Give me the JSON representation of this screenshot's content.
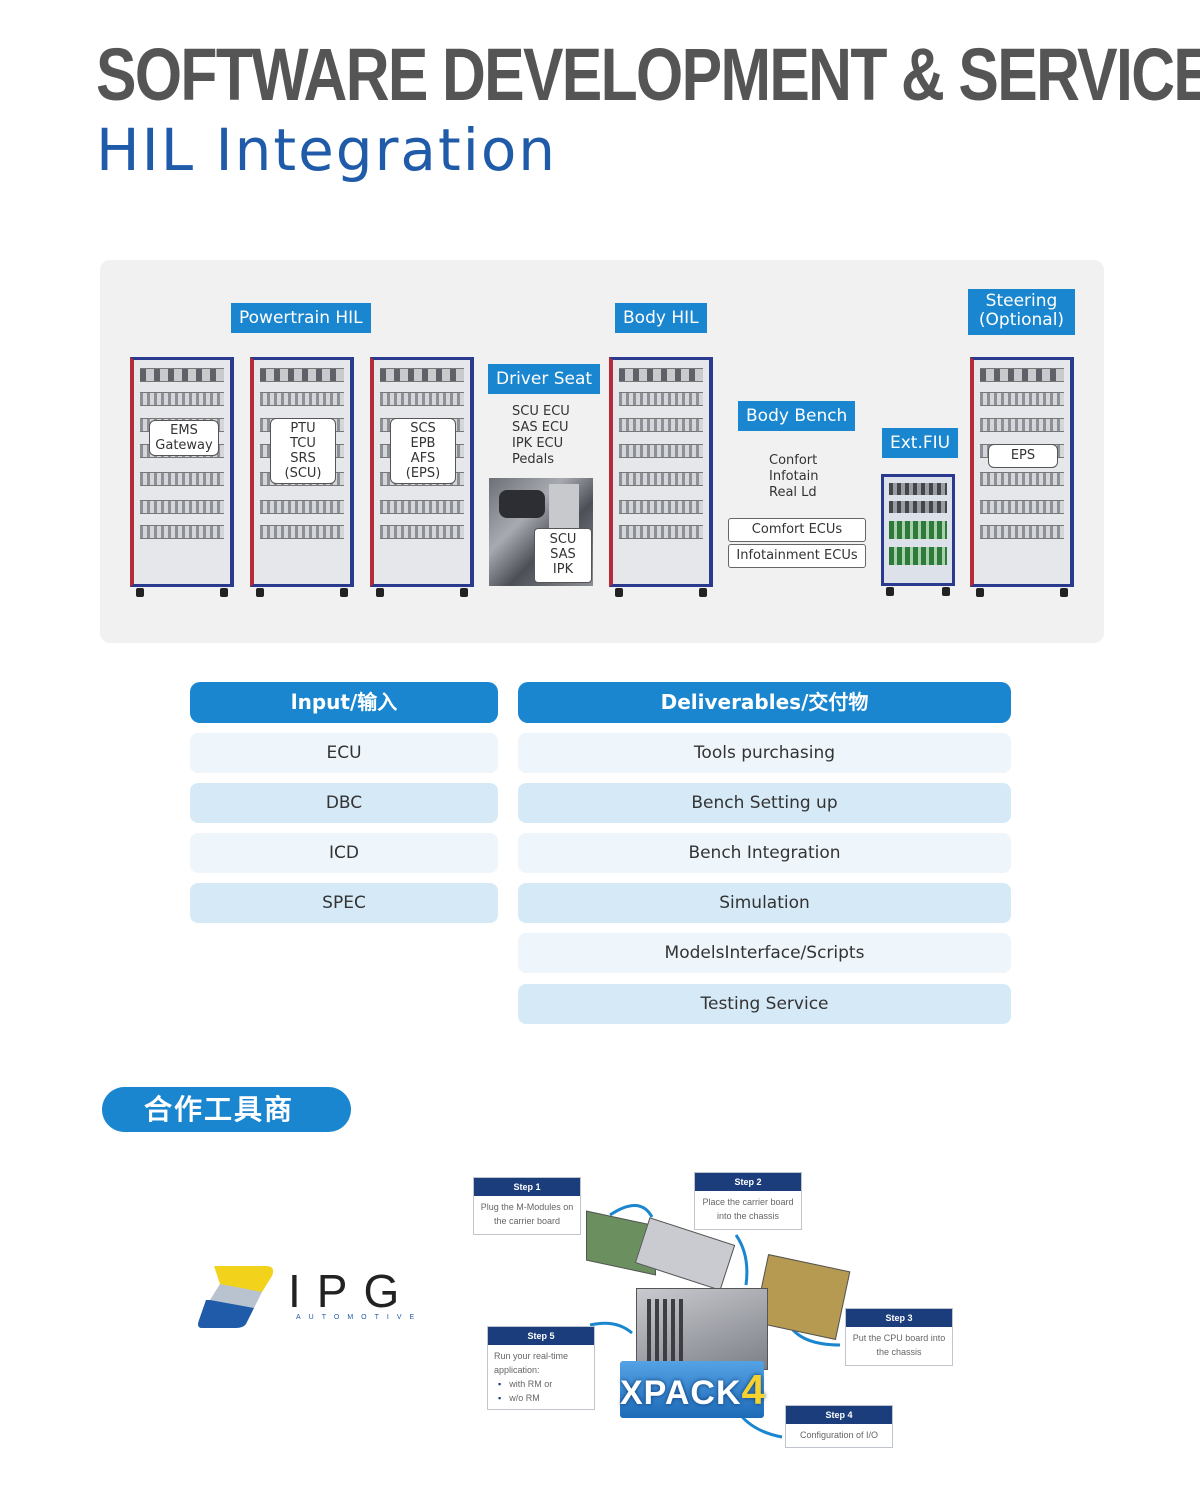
{
  "header": {
    "title": "SOFTWARE DEVELOPMENT & SERVICE",
    "subtitle": "HIL Integration"
  },
  "diagram": {
    "powertrain_tag": "Powertrain HIL",
    "body_tag": "Body HIL",
    "steering_tag_line1": "Steering",
    "steering_tag_line2": "(Optional)",
    "driver_seat_tag": "Driver Seat",
    "body_bench_tag": "Body Bench",
    "ext_fiu_tag": "Ext.FIU",
    "cabinet_ems": "EMS\nGateway",
    "cabinet_ptu": "PTU\nTCU\nSRS\n(SCU)",
    "cabinet_scs": "SCS\nEPB\nAFS\n(EPS)",
    "cabinet_eps": "EPS",
    "driver_seat_list": "SCU ECU\nSAS ECU\nIPK ECU\nPedals",
    "driver_seat_photo_label": "SCU\nSAS\nIPK",
    "body_bench_list": "Confort\nInfotain\nReal Ld",
    "comfort_ecus": "Comfort ECUs",
    "infotainment_ecus": "Infotainment ECUs"
  },
  "table": {
    "input_header": "lnput/输入",
    "deliverables_header": "Deliverables/交付物",
    "inputs": [
      "ECU",
      "DBC",
      "ICD",
      "SPEC"
    ],
    "deliverables": [
      "Tools purchasing",
      "Bench Setting up",
      "Bench Integration",
      "Simulation",
      "ModelsInterface/Scripts",
      "Testing Service"
    ]
  },
  "partners": {
    "section_title": "合作工具商",
    "ipg_name": "IPG",
    "ipg_sub": "AUTOMOTIVE",
    "xpack_text": "XPACK",
    "xpack_num": "4",
    "step1_title": "Step 1",
    "step1_text": "Plug the M-Modules on the carrier board",
    "step2_title": "Step 2",
    "step2_text": "Place the carrier board into the chassis",
    "step3_title": "Step 3",
    "step3_text": "Put the CPU board into the chassis",
    "step4_title": "Step 4",
    "step4_text": "Configuration of I/O",
    "step5_title": "Step 5",
    "step5_text": "Run your real-time application:",
    "step5_bullet1": "with RM or",
    "step5_bullet2": "w/o RM"
  },
  "colors": {
    "brand_blue": "#1a86cf",
    "title_gray": "#555555",
    "subtitle_blue": "#1f5ba8",
    "cell_light": "#eef5fb",
    "cell_dark": "#d6e9f7"
  }
}
